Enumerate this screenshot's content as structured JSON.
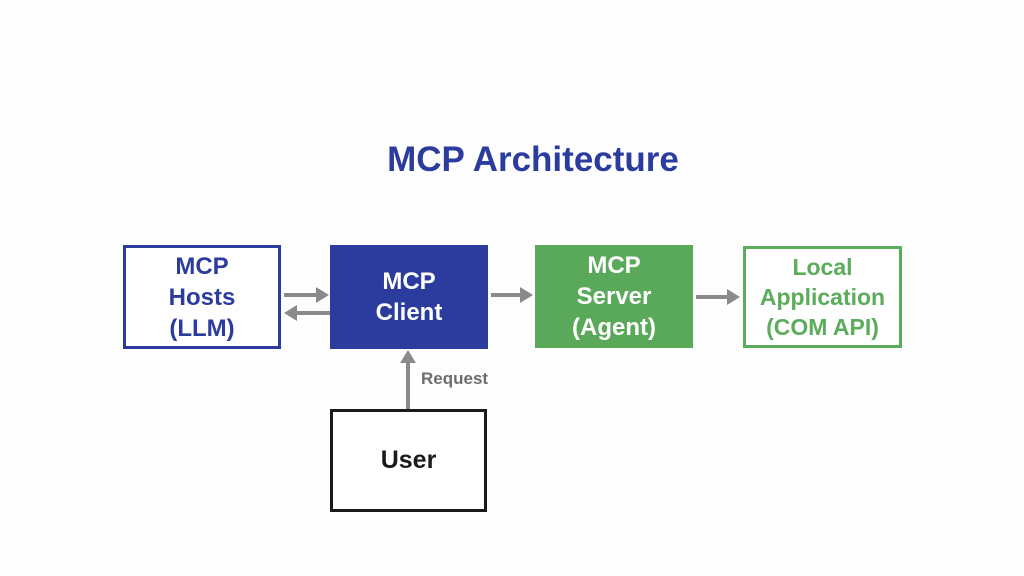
{
  "title": "MCP Architecture",
  "colors": {
    "title_blue": "#2b3c9e",
    "client_fill_blue": "#2b3c9e",
    "server_fill_green": "#5aa85a",
    "localapp_green": "#5bad5c",
    "arrow_gray": "#8a8a8a",
    "edge_label_gray": "#6d6d6d",
    "user_black": "#1a1a1a",
    "background": "#fefefe"
  },
  "nodes": {
    "hosts": {
      "lines": [
        "MCP",
        "Hosts",
        "(LLM)"
      ]
    },
    "client": {
      "lines": [
        "MCP",
        "Client"
      ]
    },
    "server": {
      "lines": [
        "MCP",
        "Server",
        "(Agent)"
      ]
    },
    "localapp": {
      "lines": [
        "Local",
        "Application",
        "(COM API)"
      ]
    },
    "user": {
      "lines": [
        "User"
      ]
    }
  },
  "edges": {
    "request_label": "Request"
  }
}
